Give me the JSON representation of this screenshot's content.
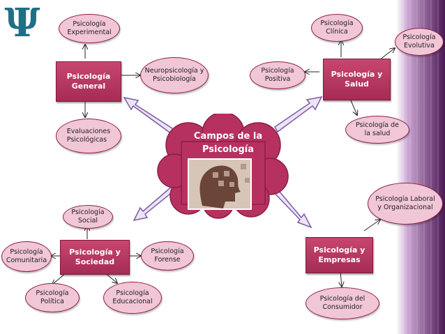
{
  "logo": {
    "icon": "psi-icon",
    "glyph": "Ψ",
    "color": "#1f6f86"
  },
  "center": {
    "title": "Campos de la\nPsicología",
    "cloud_color": "#b6315f",
    "image_icon": "head-puzzle-icon"
  },
  "nodes": {
    "general": "Psicología\nGeneral",
    "experimental": "Psicología\nExperimental",
    "neuro": "Neuropsicología y\nPsicobiología",
    "evaluaciones": "Evaluaciones\nPsicológicas",
    "salud": "Psicología y\nSalud",
    "clinica": "Psicología\nClínica",
    "evolutiva": "Psicología\nEvolutiva",
    "positiva": "Psicología\nPositiva",
    "de_la_salud": "Psicología de\nla salud",
    "sociedad": "Psicología y\nSociedad",
    "social": "Psicología\nSocial",
    "comunitaria": "Psicología\nComunitaria",
    "forense": "Psicología\nForense",
    "politica": "Psicología\nPolítica",
    "educacional": "Psicología\nEducacional",
    "empresas": "Psicología y\nEmpresas",
    "laboral": "Psicología Laboral\ny Organizacional",
    "consumidor": "Psicología del\nConsumidor"
  },
  "colors": {
    "box": "#b43a63",
    "pill_fill": "#f1c6d6",
    "pill_border": "#8e2148",
    "arrow": "#7b5aa6",
    "strip": "#5a2060"
  }
}
